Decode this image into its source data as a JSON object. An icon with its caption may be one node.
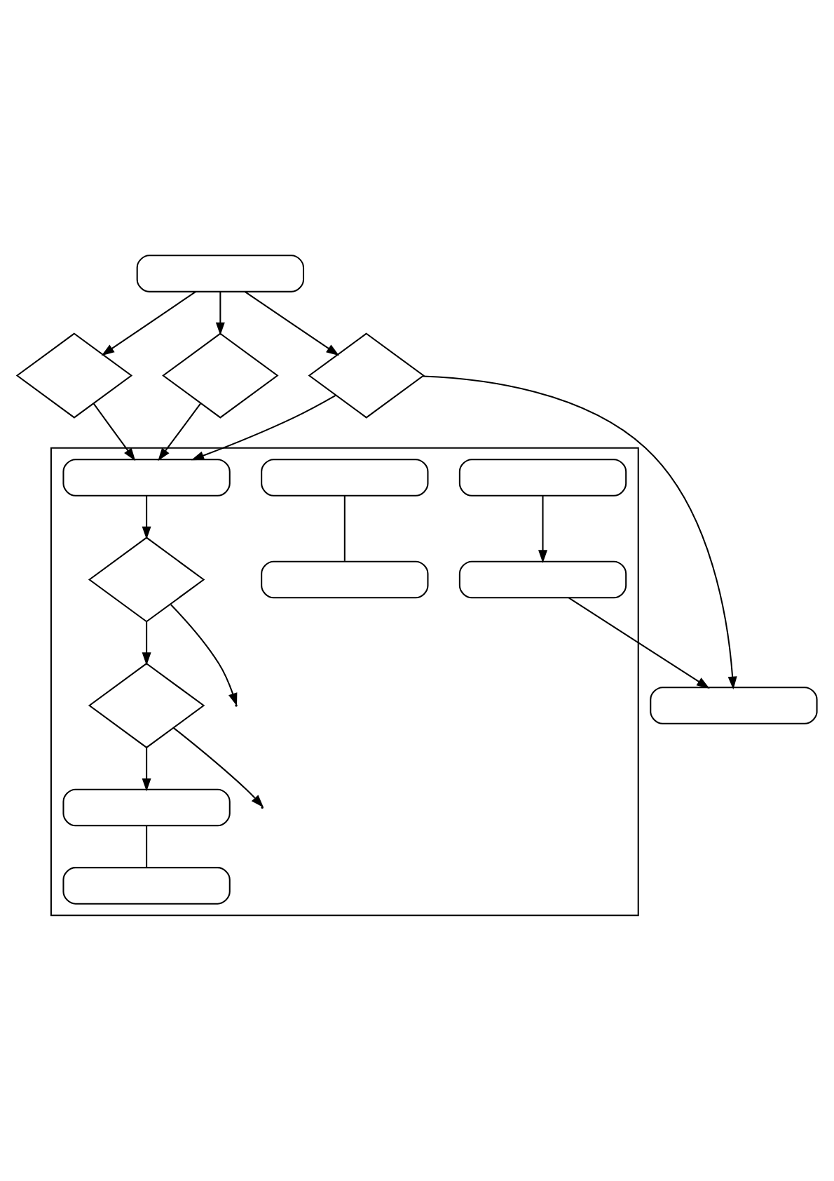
{
  "diagram": {
    "nodes": [
      {
        "text": [],
        "shape": "box"
      },
      {
        "text": [],
        "shape": "diamond"
      },
      {
        "text": [],
        "shape": "diamond"
      },
      {
        "text": [],
        "shape": "diamond"
      },
      {
        "text": [],
        "shape": "box"
      },
      {
        "text": [],
        "shape": "box",
        "in": 4
      },
      {
        "text": [],
        "shape": "diamond",
        "in": 4
      },
      {
        "text": [],
        "shape": "diamond",
        "in": 4
      },
      {
        "text": [],
        "shape": "box",
        "in": 4
      },
      {
        "text": [],
        "shape": "box",
        "in": 4
      },
      {
        "text": [],
        "shape": "box",
        "in": 4
      },
      {
        "text": [],
        "shape": "box",
        "in": 4
      },
      {
        "text": [],
        "shape": "box",
        "in": 4
      },
      {
        "text": [],
        "shape": "box",
        "in": 4
      },
      {
        "text": [],
        "shape": "box"
      }
    ],
    "edges": [
      {
        "from": 0,
        "to": 1,
        "arrow": "to"
      },
      {
        "from": 0,
        "to": 2,
        "arrow": "to"
      },
      {
        "from": 0,
        "to": 3,
        "arrow": "to"
      },
      {
        "from": 1,
        "to": 5,
        "arrow": "to"
      },
      {
        "from": 2,
        "to": 5,
        "arrow": "to"
      },
      {
        "from": 3,
        "to": 5,
        "arrow": "to"
      },
      {
        "from": 3,
        "to": 14,
        "arrow": "to"
      },
      {
        "from": 5,
        "to": 6,
        "arrow": "to"
      },
      {
        "from": 6,
        "to": null,
        "arrow": "to"
      },
      {
        "from": 6,
        "to": 7,
        "arrow": "to"
      },
      {
        "from": 7,
        "to": null,
        "arrow": "to"
      },
      {
        "from": 7,
        "to": 8,
        "arrow": "to"
      },
      {
        "from": 8,
        "to": 9,
        "arrow": "none"
      },
      {
        "from": 10,
        "to": 12,
        "arrow": "none"
      },
      {
        "from": 11,
        "to": 13,
        "arrow": "to"
      },
      {
        "from": 13,
        "to": 14,
        "arrow": "to"
      }
    ]
  }
}
